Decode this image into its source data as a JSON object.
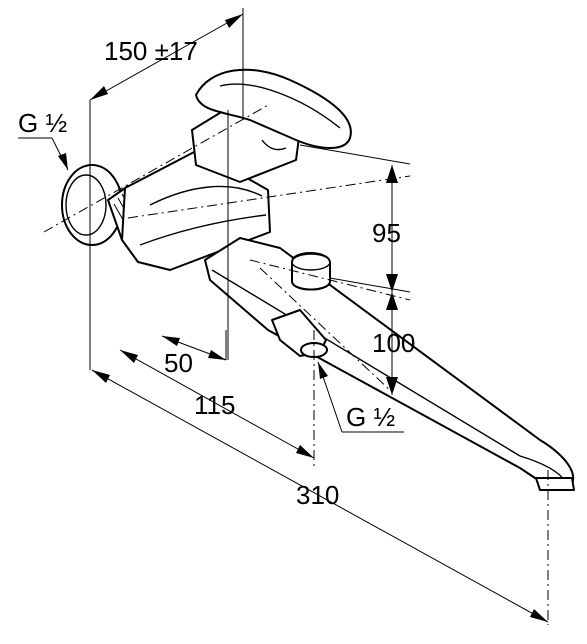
{
  "drawing": {
    "subject": "wall-mounted single-lever bath mixer, technical dimension drawing",
    "dimensions": {
      "top_width": "150 ±17",
      "height_upper": "95",
      "height_lower": "100",
      "depth_small": "50",
      "depth_mid": "115",
      "depth_total": "310"
    },
    "threads": {
      "inlet": "G ½",
      "outlet": "G ½"
    }
  }
}
